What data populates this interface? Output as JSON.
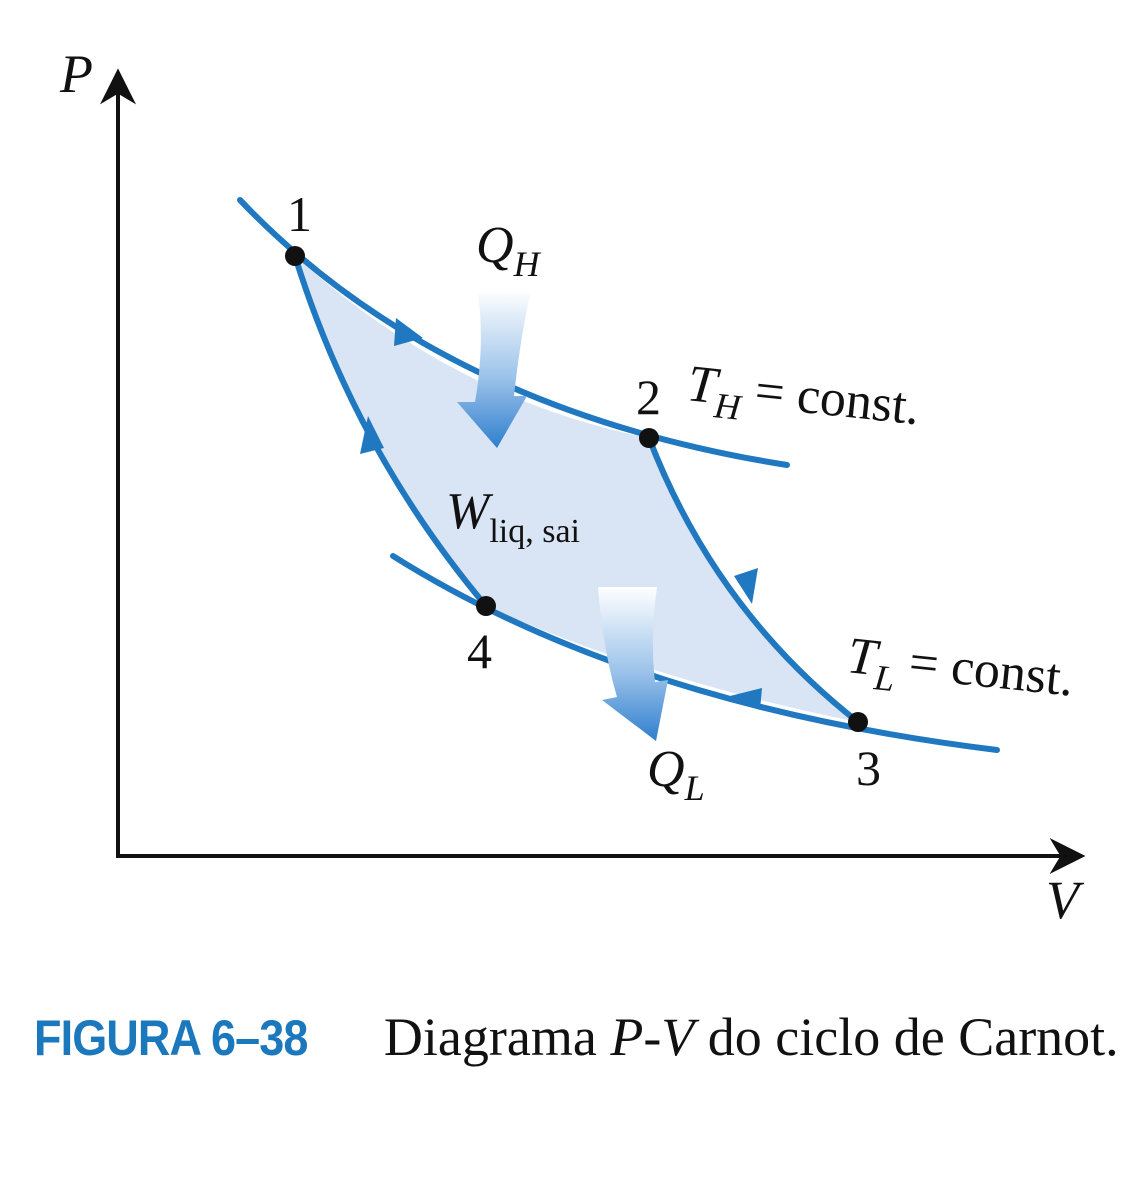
{
  "axes": {
    "y_label": "P",
    "x_label": "V"
  },
  "states": [
    {
      "id": "1",
      "label": "1"
    },
    {
      "id": "2",
      "label": "2"
    },
    {
      "id": "3",
      "label": "3"
    },
    {
      "id": "4",
      "label": "4"
    }
  ],
  "isotherms": {
    "high": {
      "symbol": "T",
      "sub": "H",
      "rest": " = const."
    },
    "low": {
      "symbol": "T",
      "sub": "L",
      "rest": " = const."
    }
  },
  "heat": {
    "in": {
      "symbol": "Q",
      "sub": "H"
    },
    "out": {
      "symbol": "Q",
      "sub": "L"
    }
  },
  "work": {
    "symbol": "W",
    "sub": "liq, sai"
  },
  "caption": {
    "label": "FIGURA 6–38",
    "text_before": "Diagrama ",
    "text_italic": "P",
    "text_dash": "-",
    "text_italic2": "V",
    "text_after": " do ciclo de Carnot."
  },
  "colors": {
    "curve": "#1f78c0",
    "fill": "#d9e4f4",
    "axis": "#111111",
    "arrow_gradient_top": "#ffffff",
    "arrow_gradient_bottom": "#3a86cf",
    "caption_label": "#1c78bd"
  }
}
